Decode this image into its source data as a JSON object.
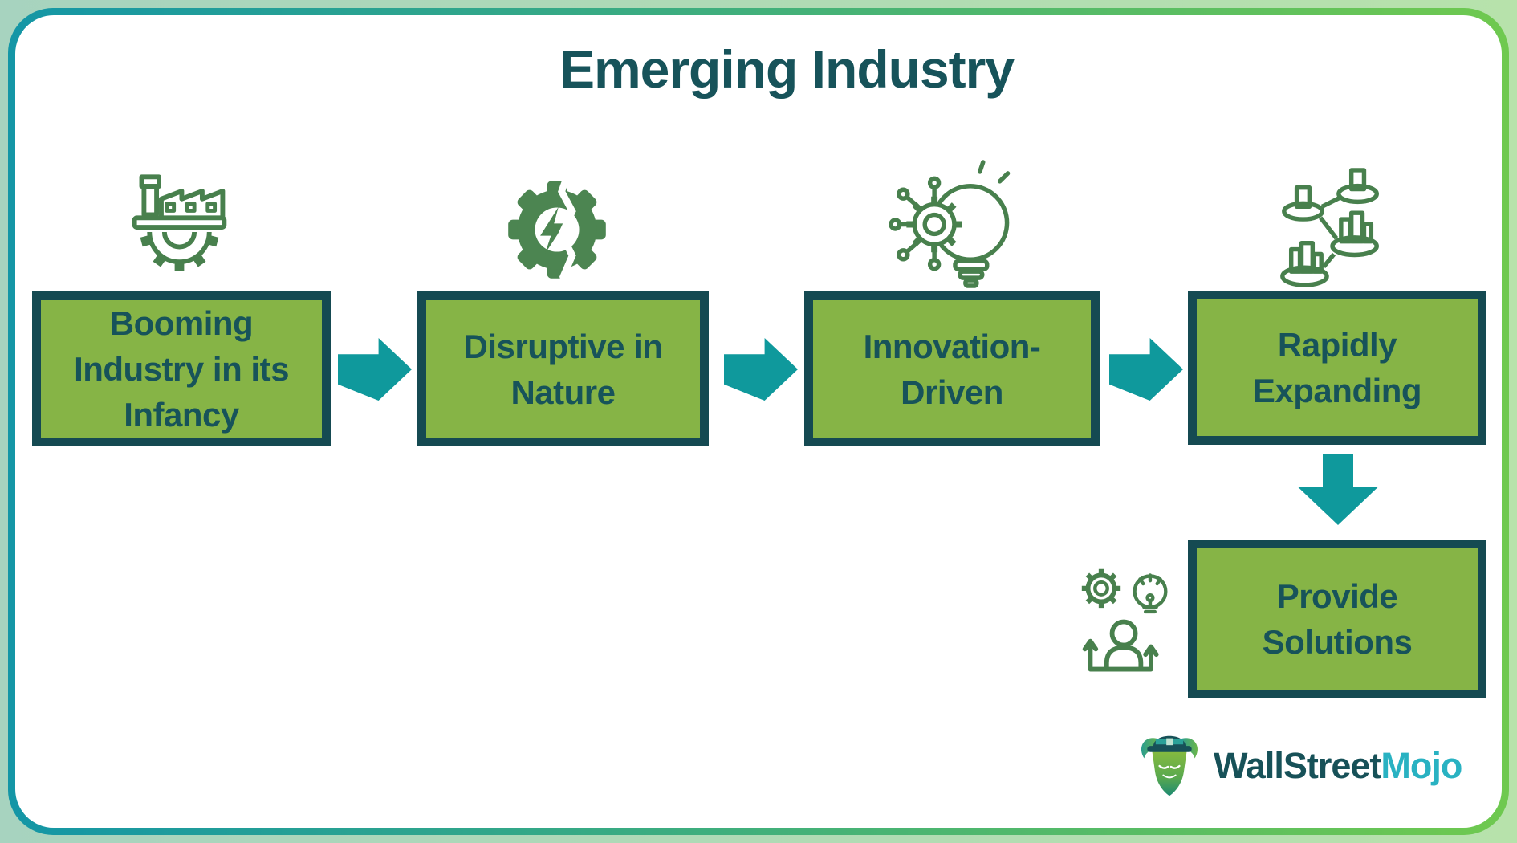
{
  "title": "Emerging Industry",
  "steps": [
    {
      "label": "Booming\nIndustry in its\nInfancy",
      "icon": "factory-gear-icon"
    },
    {
      "label": "Disruptive in\nNature",
      "icon": "broken-gear-lightning-icon"
    },
    {
      "label": "Innovation-\nDriven",
      "icon": "lightbulb-gear-circuit-icon"
    },
    {
      "label": "Rapidly\nExpanding",
      "icon": "connected-buildings-growth-icon"
    },
    {
      "label": "Provide\nSolutions",
      "icon": "person-gear-lightbulb-icon"
    }
  ],
  "flow": {
    "horizontal_arrows": 3,
    "vertical_arrows": 1,
    "direction": "left-to-right, then down to Provide Solutions"
  },
  "logo": {
    "brand_primary": "WallStreet",
    "brand_secondary": "Mojo",
    "icon": "bull-tophat-logo-icon"
  },
  "colors": {
    "title_text": "#17535a",
    "box_fill": "#86b446",
    "box_border": "#154a52",
    "box_text": "#17535a",
    "arrow": "#0f999c",
    "icon_outline_green": "#48804d",
    "icon_solid_green": "#4c8551",
    "frame_gradient_left": "#1496a6",
    "frame_gradient_right": "#6fc94f",
    "background_left": "#a7d3bf",
    "background_right": "#b7e2ab",
    "card_background": "#ffffff",
    "logo_primary_color": "#175158",
    "logo_secondary_color": "#29b2c2"
  }
}
